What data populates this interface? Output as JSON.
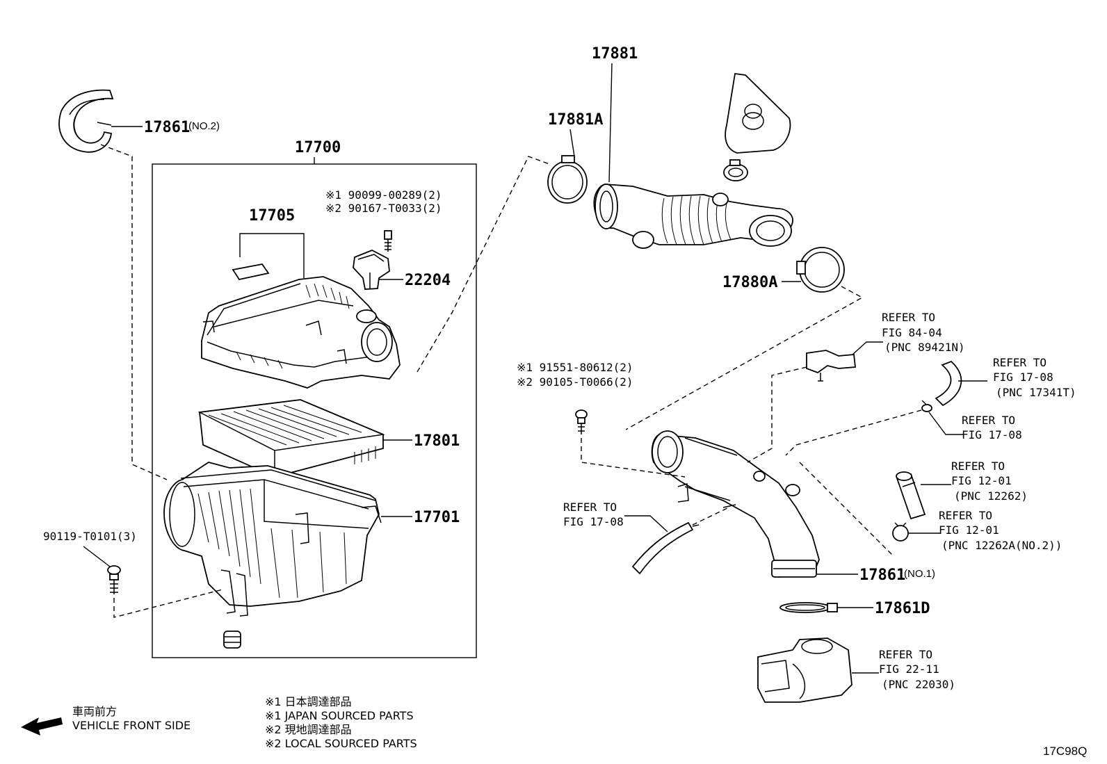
{
  "parts": {
    "p17861_no2": {
      "pn": "17861",
      "suffix": "(NO.2)"
    },
    "p17700": {
      "pn": "17700"
    },
    "p17705": {
      "pn": "17705"
    },
    "p22204": {
      "pn": "22204"
    },
    "p17801": {
      "pn": "17801"
    },
    "p17701": {
      "pn": "17701"
    },
    "p17881": {
      "pn": "17881"
    },
    "p17881a": {
      "pn": "17881A"
    },
    "p17880a": {
      "pn": "17880A"
    },
    "p17861_no1": {
      "pn": "17861",
      "suffix": "(NO.1)"
    },
    "p17861d": {
      "pn": "17861D"
    }
  },
  "bolts": {
    "b_sensor": {
      "line1": "※1 90099-00289(2)",
      "line2": "※2 90167-T0033(2)"
    },
    "b_pipe": {
      "line1": "※1 91551-80612(2)",
      "line2": "※2 90105-T0066(2)"
    },
    "b_case": {
      "pn": "90119-T0101(3)"
    }
  },
  "refs": {
    "r_fig84": {
      "l1": "REFER TO",
      "l2": "FIG 84-04",
      "l3": "(PNC 89421N)"
    },
    "r_fig1708_hose": {
      "l1": "REFER TO",
      "l2": "FIG 17-08",
      "l3": "(PNC 17341T)"
    },
    "r_fig1708_clip": {
      "l1": "REFER TO",
      "l2": "FIG 17-08"
    },
    "r_fig1201_a": {
      "l1": "REFER TO",
      "l2": "FIG 12-01",
      "l3": "(PNC 12262)"
    },
    "r_fig1201_b": {
      "l1": "REFER TO",
      "l2": "FIG 12-01",
      "l3": "(PNC 12262A(NO.2))"
    },
    "r_fig1708_left": {
      "l1": "REFER TO",
      "l2": "FIG 17-08"
    },
    "r_fig2211": {
      "l1": "REFER TO",
      "l2": "FIG 22-11",
      "l3": "(PNC 22030)"
    }
  },
  "legend": {
    "front_jp": "車両前方",
    "front_en": "VEHICLE FRONT SIDE",
    "note1_jp": "※1 日本調達部品",
    "note1_en": "※1 JAPAN SOURCED PARTS",
    "note2_jp": "※2 現地調達部品",
    "note2_en": "※2 LOCAL SOURCED PARTS"
  },
  "diagram_code": "17C98Q"
}
